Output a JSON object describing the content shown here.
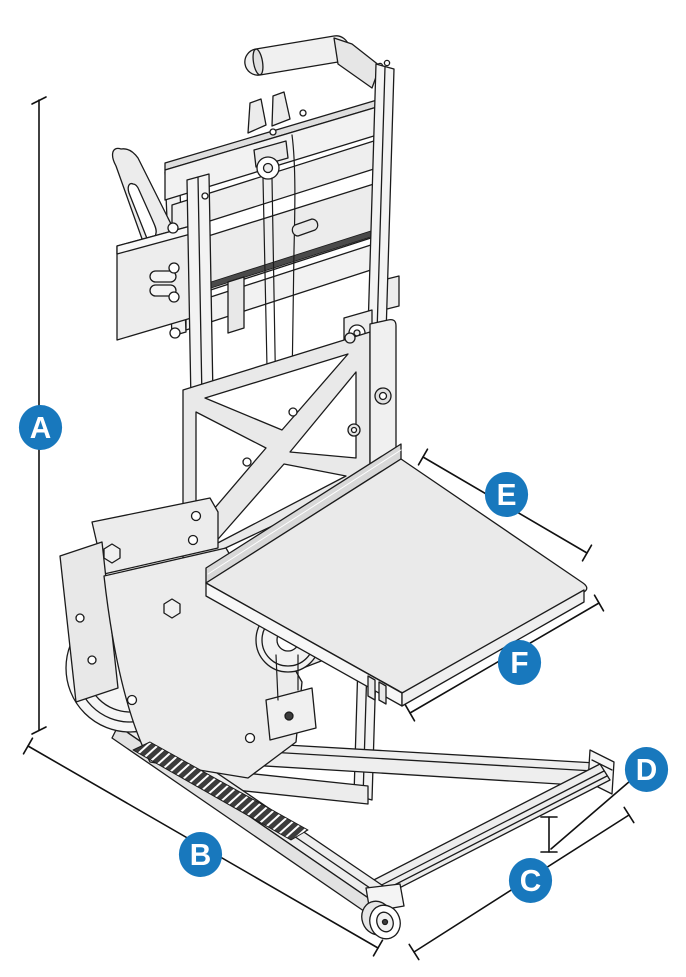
{
  "figure": {
    "type": "isometric-technical-line-drawing",
    "subject": "winch-operated material lift stacker with raised platform, mast, base legs and casters",
    "background_color": "#FFFFFF"
  },
  "colors": {
    "badge_blue": "#1878BD",
    "badge_text": "#FFFFFF",
    "line_ink": "#1B1B1B",
    "fill_light": "#ECECEC",
    "fill_bright": "#F7F7F7",
    "fill_shade": "#D9D9D9",
    "stripe_dark": "#4A4A4A"
  },
  "badges": [
    {
      "letter": "A"
    },
    {
      "letter": "B"
    },
    {
      "letter": "C"
    },
    {
      "letter": "D"
    },
    {
      "letter": "E"
    },
    {
      "letter": "F"
    }
  ],
  "dimension_lines": [
    {
      "id": "A",
      "orientation": "vertical-left"
    },
    {
      "id": "B",
      "orientation": "diagonal-bottom-left"
    },
    {
      "id": "C",
      "orientation": "diagonal-bottom-right"
    },
    {
      "id": "D",
      "orientation": "small-vertical-right"
    },
    {
      "id": "E",
      "orientation": "diagonal-platform-top-edge"
    },
    {
      "id": "F",
      "orientation": "diagonal-platform-bottom-edge"
    }
  ]
}
